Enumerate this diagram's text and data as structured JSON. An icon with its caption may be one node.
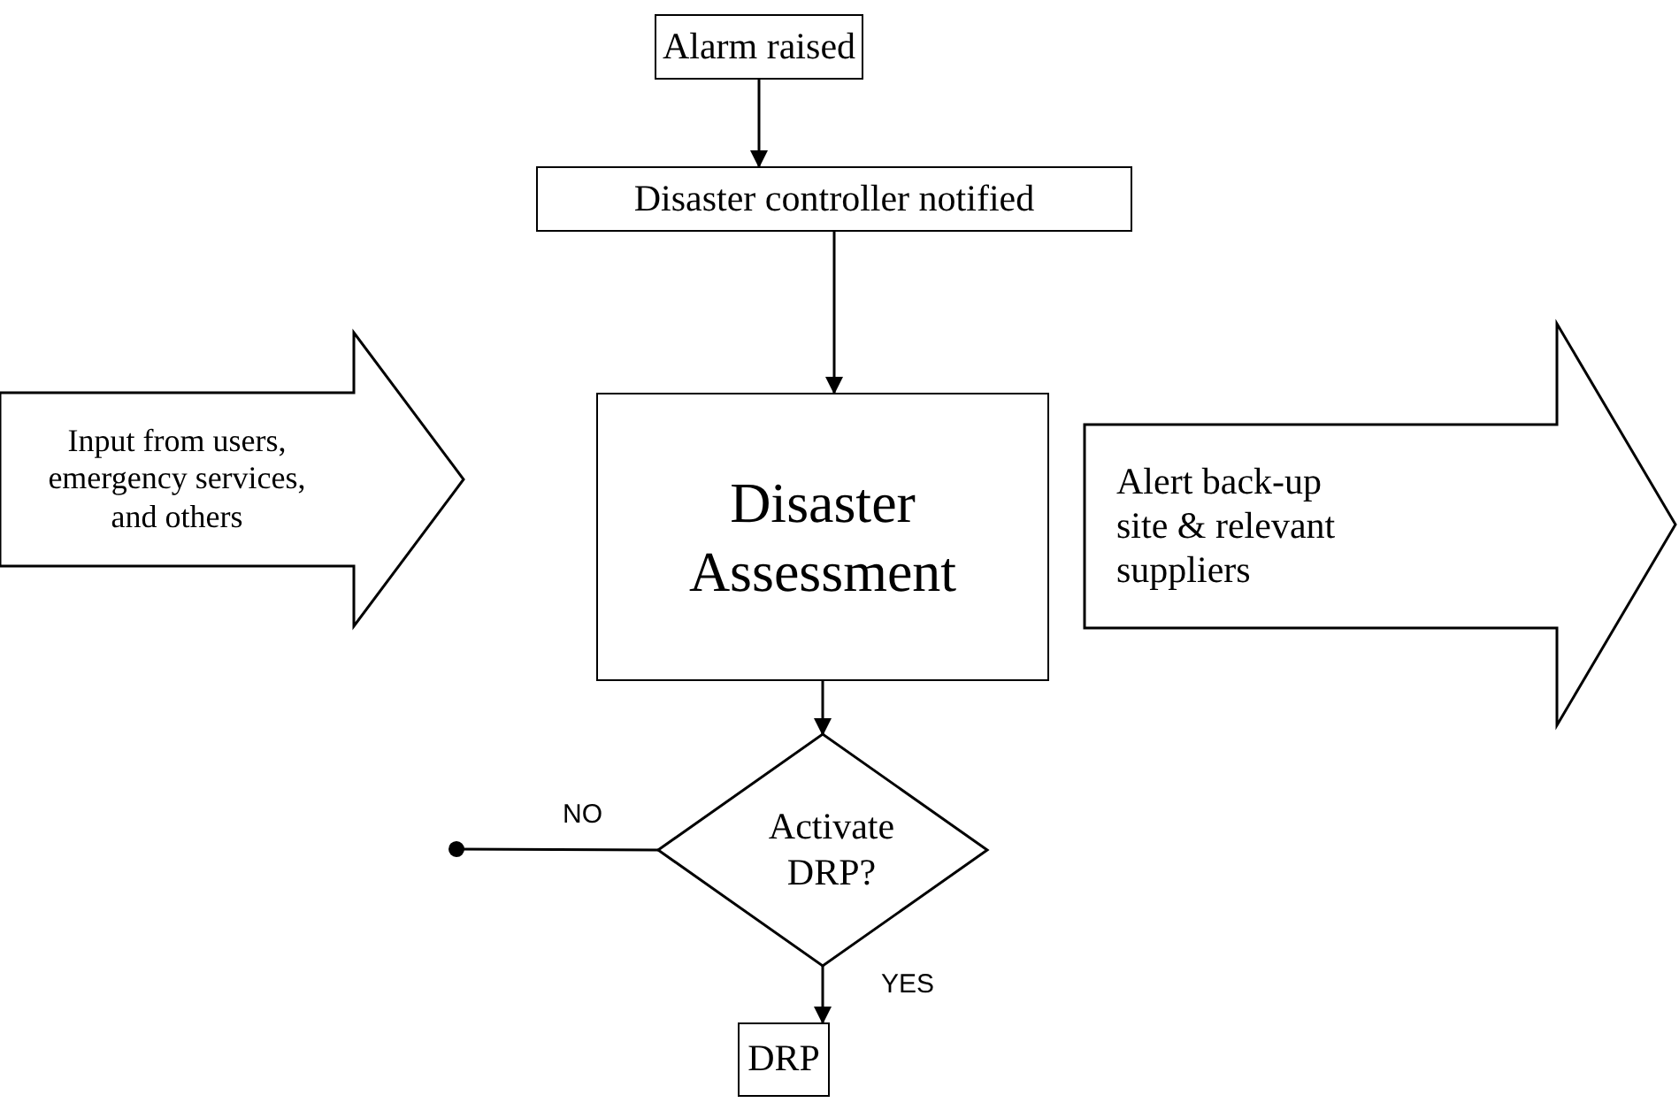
{
  "diagram": {
    "nodes": [
      {
        "text": [
          "Alarm raised"
        ]
      },
      {
        "text": [
          "Disaster controller notified"
        ]
      },
      {
        "text": [
          "Input from users, emergency services, and others"
        ]
      },
      {
        "text": [
          "Disaster Assessment"
        ]
      },
      {
        "text": [
          "Alert back-up site & relevant suppliers"
        ]
      },
      {
        "text": [
          "Activate DRP?"
        ]
      },
      {
        "text": [
          "DRP"
        ]
      }
    ],
    "edges": [
      {
        "from": 0,
        "to": 1,
        "arrow": "to"
      },
      {
        "from": 1,
        "to": 3,
        "arrow": "to"
      },
      {
        "from": 3,
        "to": 5,
        "arrow": "to"
      },
      {
        "from": 5,
        "to": null,
        "arrow": "other",
        "label": "NO"
      },
      {
        "from": 5,
        "to": 6,
        "arrow": "to",
        "label": "YES"
      }
    ]
  }
}
